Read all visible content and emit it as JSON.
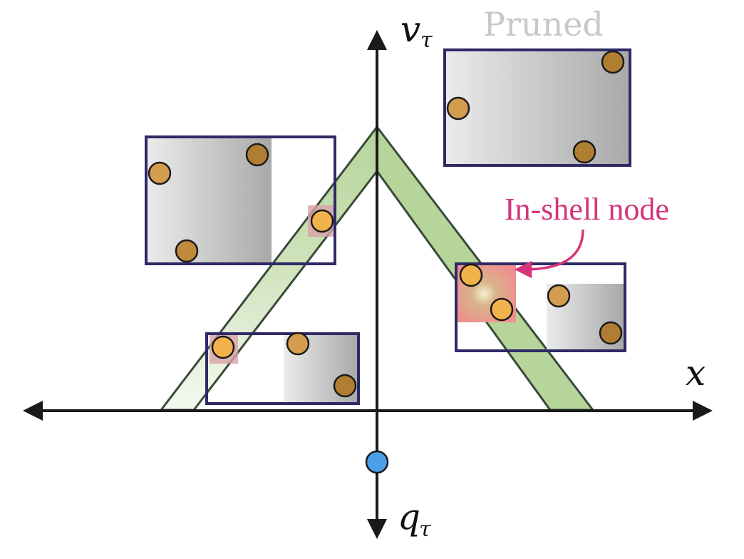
{
  "labels": {
    "pruned": "Pruned",
    "in_shell": "In-shell node",
    "axis_x": "x",
    "axis_v": "v",
    "axis_q": "q",
    "subscript": "τ"
  },
  "colors": {
    "axis": "#1a1a1a",
    "box_border": "#2e2a66",
    "band_fill": "#b5d59a",
    "band_stroke": "#3a4a3a",
    "particle_light": "#f2b24c",
    "particle_dark": "#b07e32",
    "particle_faded": "#d39c4e",
    "query_point": "#4a9fe8",
    "in_shell_label": "#d6357a",
    "in_shell_highlight": "#ef8f8f",
    "pruned_label": "#c8c8c8"
  }
}
